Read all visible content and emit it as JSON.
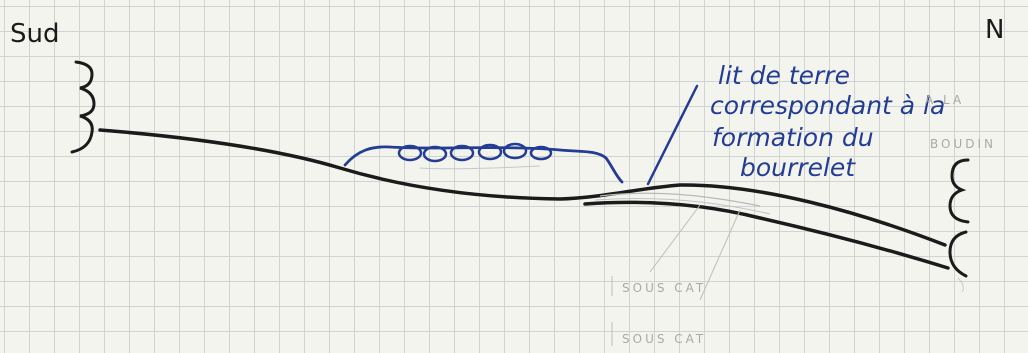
{
  "orientation": {
    "south_label": "Sud",
    "north_label": "N"
  },
  "annotation": {
    "lines": [
      "lit de terre",
      "correspondant à la",
      "formation du",
      "bourrelet"
    ]
  },
  "pencil_notes": {
    "faded_top": "A LA",
    "faded_right": "BOUDIN",
    "sous_cat_1": "SOUS CAT",
    "sous_cat_2": "SOUS CAT"
  },
  "colors": {
    "paper": "#f4f4ef",
    "grid": "#cfd3d2",
    "black_ink": "#1b1b1b",
    "blue_ink": "#233c94",
    "pencil": "#a9a9a9"
  }
}
